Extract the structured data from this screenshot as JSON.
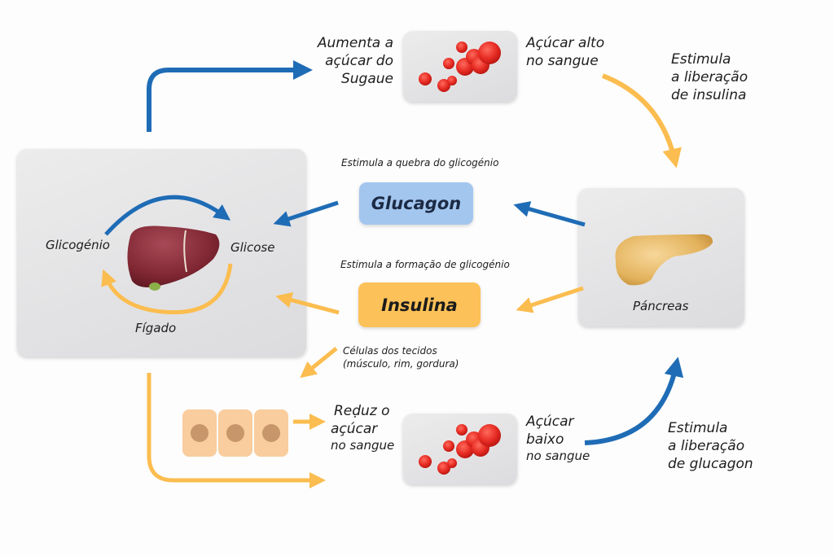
{
  "colors": {
    "blue_arrow": "#1f6cb6",
    "yellow_arrow": "#fbbd4f",
    "glucagon_box": "#a3c6ef",
    "insulin_box": "#fcc158",
    "card_bg": "#e6e6e8",
    "cell": "#f9cd9e",
    "nucleus": "#c8966b"
  },
  "top": {
    "increase_label": [
      "Aumenta a",
      "açúcar do",
      "Sugaue"
    ],
    "high_sugar_label": [
      "Açúcar alto",
      "no sangue"
    ],
    "stimulate_insulin_label": [
      "Estimula",
      "a liberação",
      "de insulina"
    ]
  },
  "liver": {
    "glycogen": "Glicogénio",
    "glucose": "Glicose",
    "organ": "Fígado"
  },
  "hormones": {
    "glucagon_caption": "Estimula a quebra do glicogénio",
    "glucagon": "Glucagon",
    "insulin_caption": "Estimula a formação de glicogénio",
    "insulin": "Insulina"
  },
  "pancreas": {
    "label": "Páncreas"
  },
  "tissues": {
    "label": [
      "Células dos tecidos",
      "(músculo, rim, gordura)"
    ]
  },
  "bottom": {
    "reduce_label": [
      "Reḍuz o",
      "açúcar",
      "no sangue"
    ],
    "low_sugar_label": [
      "Açúcar",
      "baixo",
      "no sangue"
    ],
    "stimulate_glucagon_label": [
      "Estimula",
      "a liberação",
      "de glucagon"
    ]
  }
}
